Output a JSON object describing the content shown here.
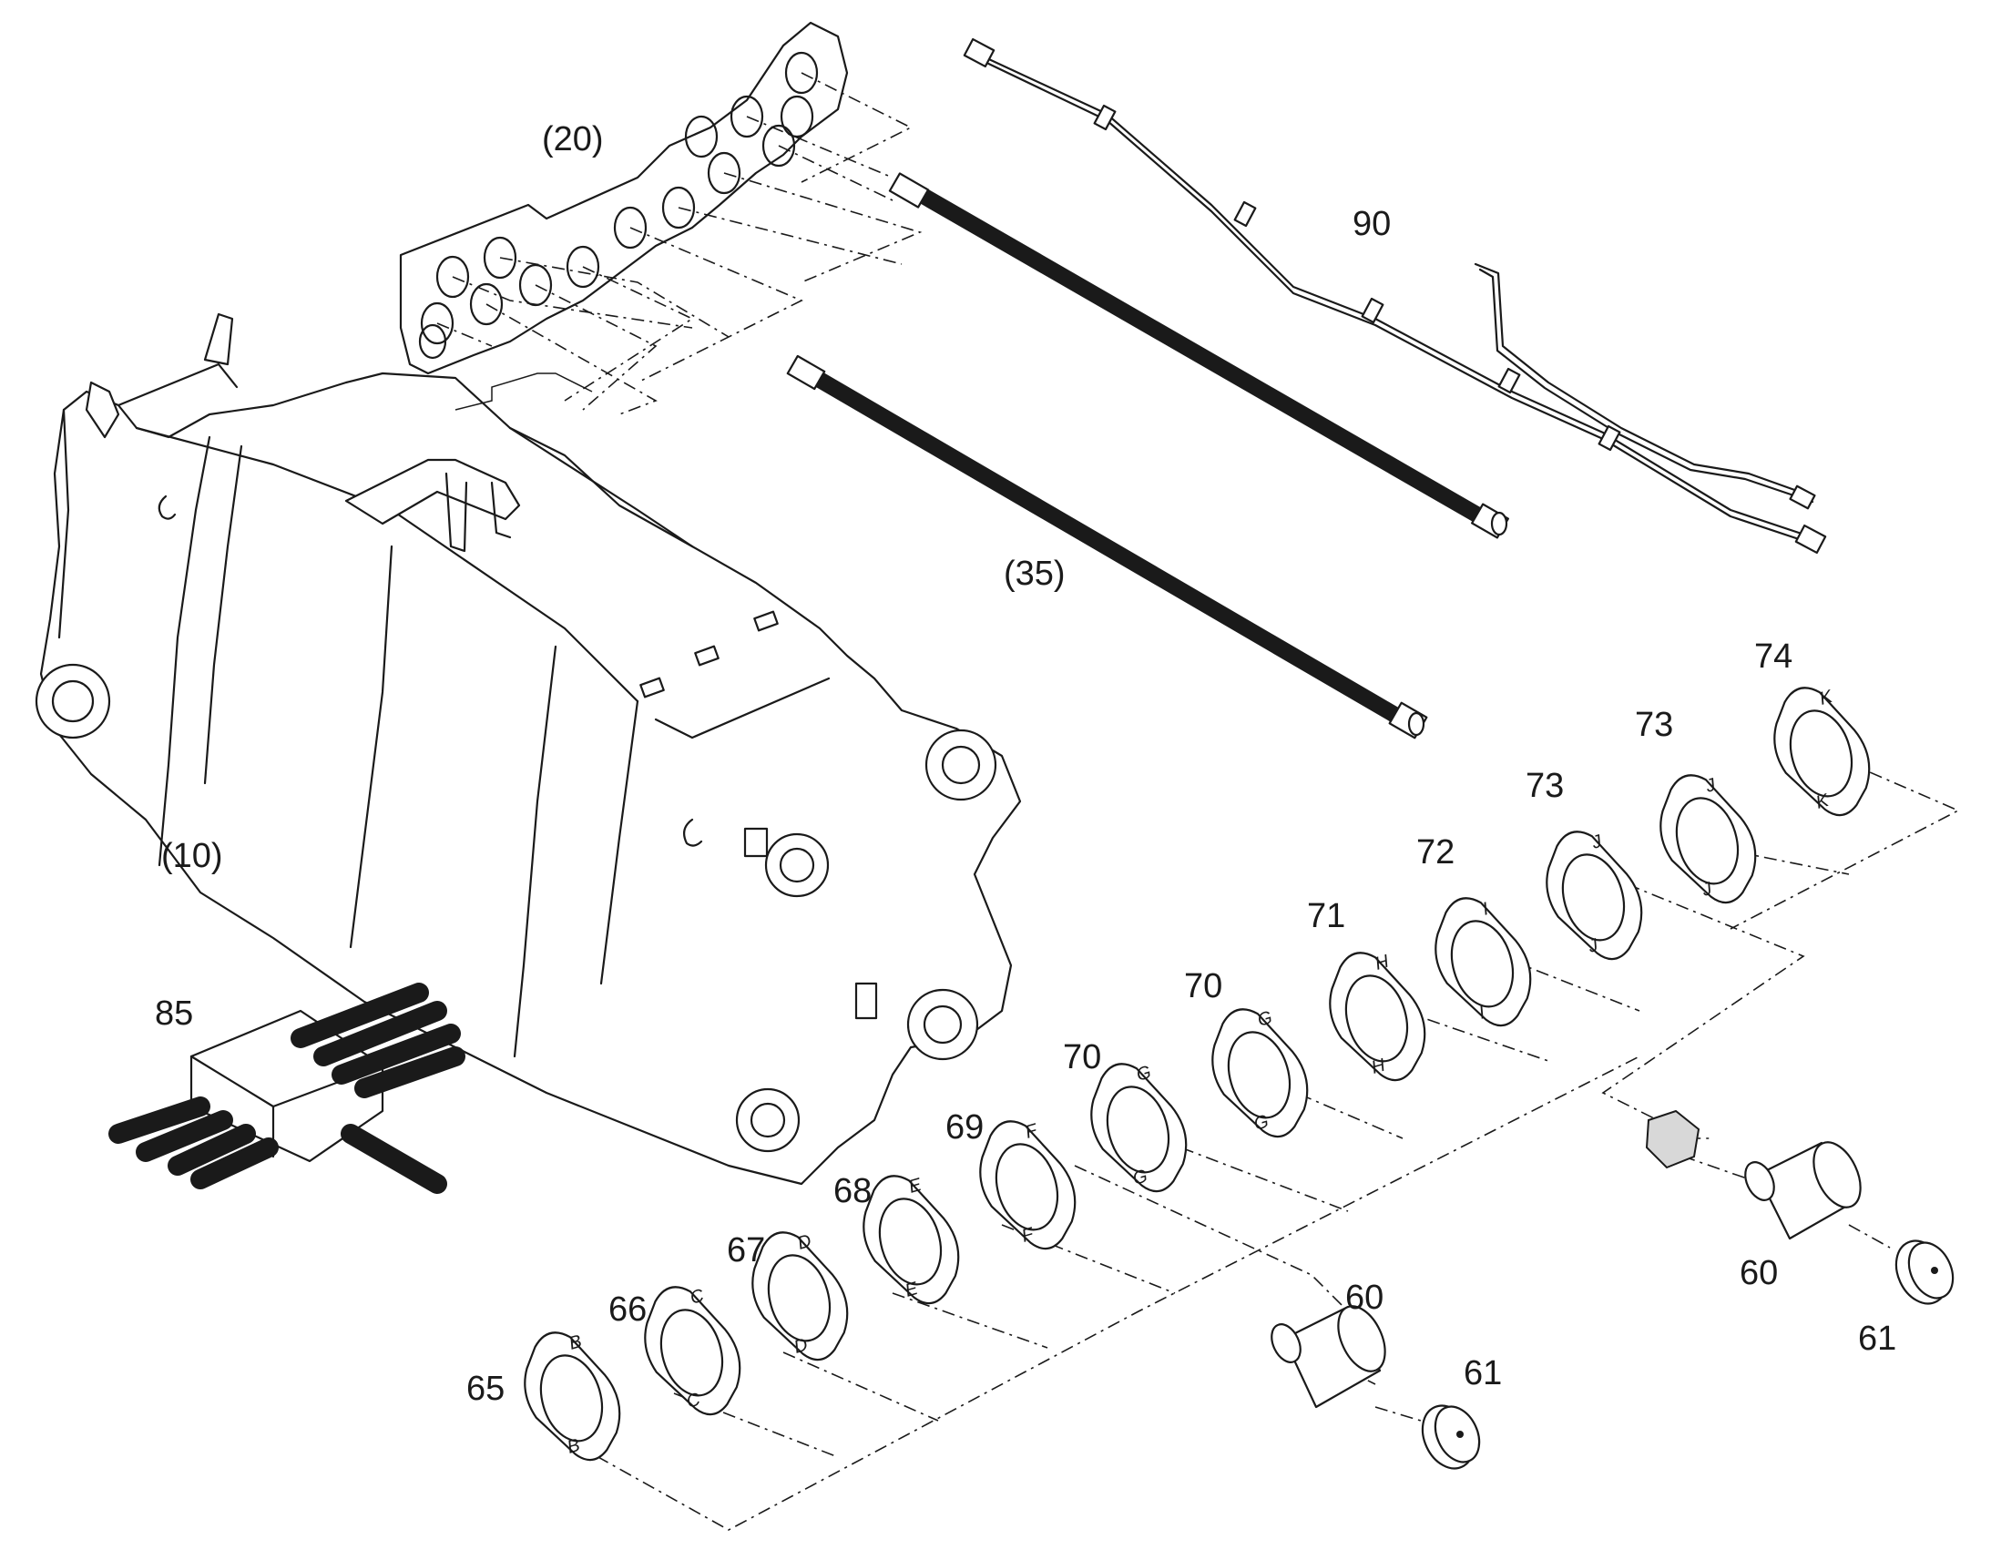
{
  "diagram": {
    "callouts": [
      {
        "id": "c10",
        "text": "(10)"
      },
      {
        "id": "c20",
        "text": "(20)"
      },
      {
        "id": "c35",
        "text": "(35)"
      },
      {
        "id": "c90",
        "text": "90"
      },
      {
        "id": "c85",
        "text": "85"
      },
      {
        "id": "c65",
        "text": "65"
      },
      {
        "id": "c66",
        "text": "66"
      },
      {
        "id": "c67",
        "text": "67"
      },
      {
        "id": "c68",
        "text": "68"
      },
      {
        "id": "c69",
        "text": "69"
      },
      {
        "id": "c70a",
        "text": "70"
      },
      {
        "id": "c70b",
        "text": "70"
      },
      {
        "id": "c71",
        "text": "71"
      },
      {
        "id": "c72",
        "text": "72"
      },
      {
        "id": "c73a",
        "text": "73"
      },
      {
        "id": "c73b",
        "text": "73"
      },
      {
        "id": "c74",
        "text": "74"
      },
      {
        "id": "c60a",
        "text": "60"
      },
      {
        "id": "c61a",
        "text": "61"
      },
      {
        "id": "c60b",
        "text": "60"
      },
      {
        "id": "c61b",
        "text": "61"
      }
    ],
    "flange_letters": [
      "B",
      "C",
      "D",
      "E",
      "F",
      "G",
      "G",
      "H",
      "I",
      "J",
      "J",
      "K"
    ]
  }
}
